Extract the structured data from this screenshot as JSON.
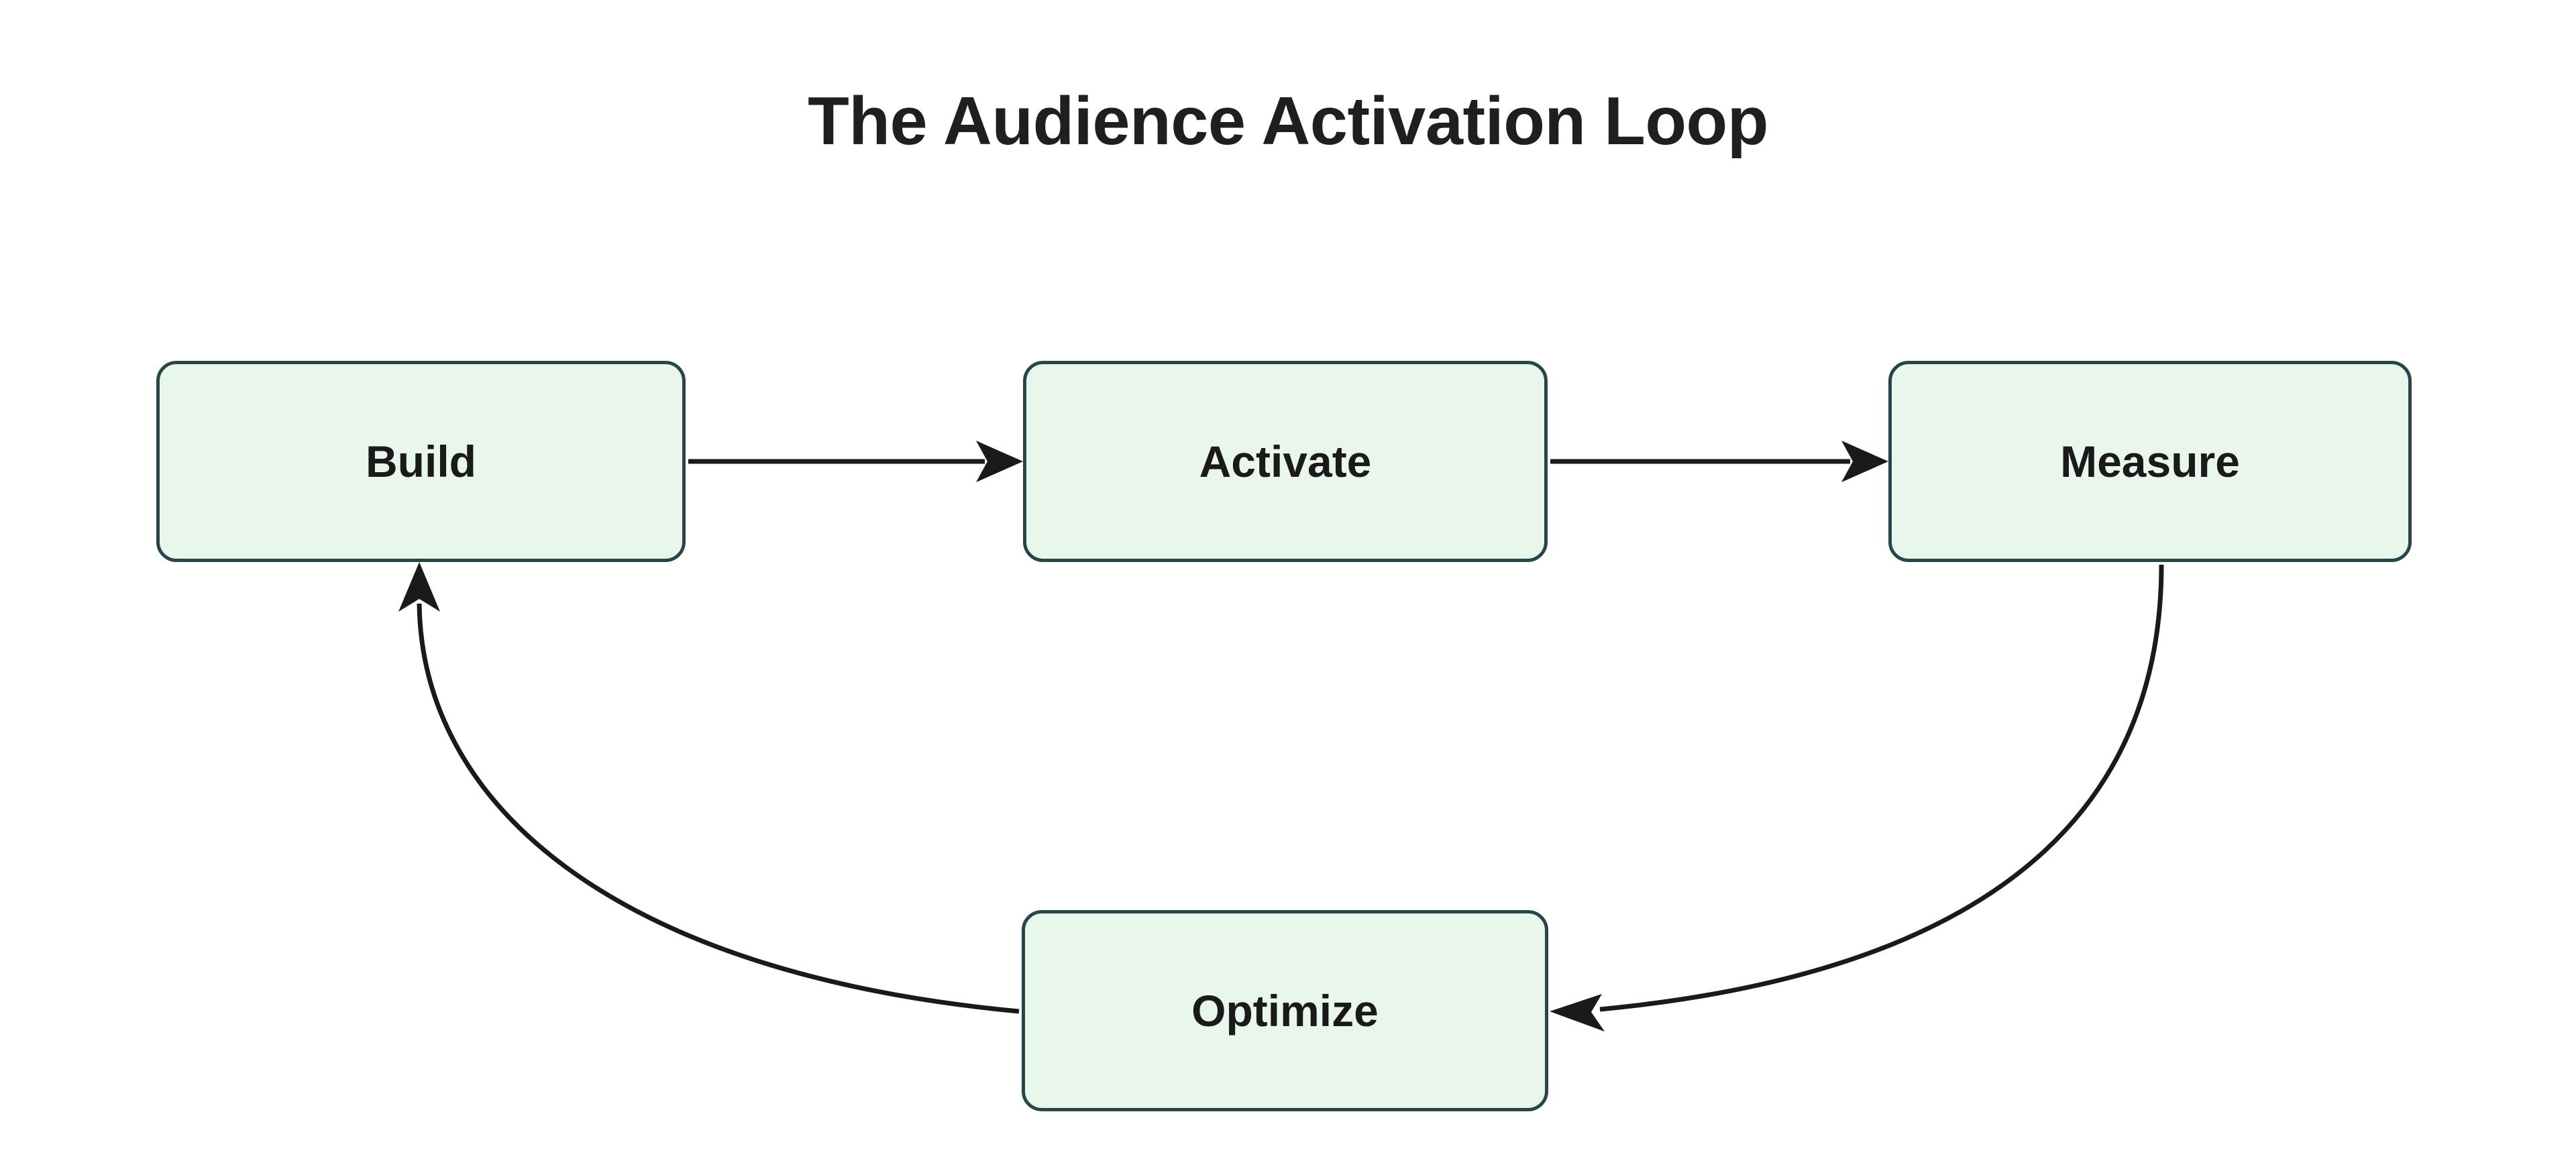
{
  "diagram": {
    "title": "The Audience Activation Loop",
    "type": "cycle-flowchart",
    "background_color": "#ffffff",
    "node_fill_color": "#e8f6ec",
    "node_border_color": "#27454a",
    "node_text_color": "#1a1a1a",
    "edge_color": "#1a1a1a",
    "nodes": [
      {
        "id": "build",
        "label": "Build"
      },
      {
        "id": "activate",
        "label": "Activate"
      },
      {
        "id": "measure",
        "label": "Measure"
      },
      {
        "id": "optimize",
        "label": "Optimize"
      }
    ],
    "edges": [
      {
        "from": "Build",
        "to": "Activate",
        "style": "straight",
        "direction": "right"
      },
      {
        "from": "Activate",
        "to": "Measure",
        "style": "straight",
        "direction": "right"
      },
      {
        "from": "Measure",
        "to": "Optimize",
        "style": "curved",
        "direction": "down-left"
      },
      {
        "from": "Optimize",
        "to": "Build",
        "style": "curved",
        "direction": "up-left"
      }
    ]
  }
}
